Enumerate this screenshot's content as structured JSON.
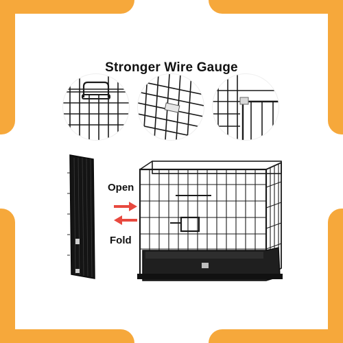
{
  "headline": "Stronger Wire Gauge",
  "labels": {
    "open": "Open",
    "fold": "Fold"
  },
  "colors": {
    "accent": "#f6a83b",
    "wire": "#1a1a1a",
    "arrow": "#e8493f"
  },
  "icons": {
    "open_arrow": "arrow-right-icon",
    "fold_arrow": "arrow-left-icon"
  }
}
